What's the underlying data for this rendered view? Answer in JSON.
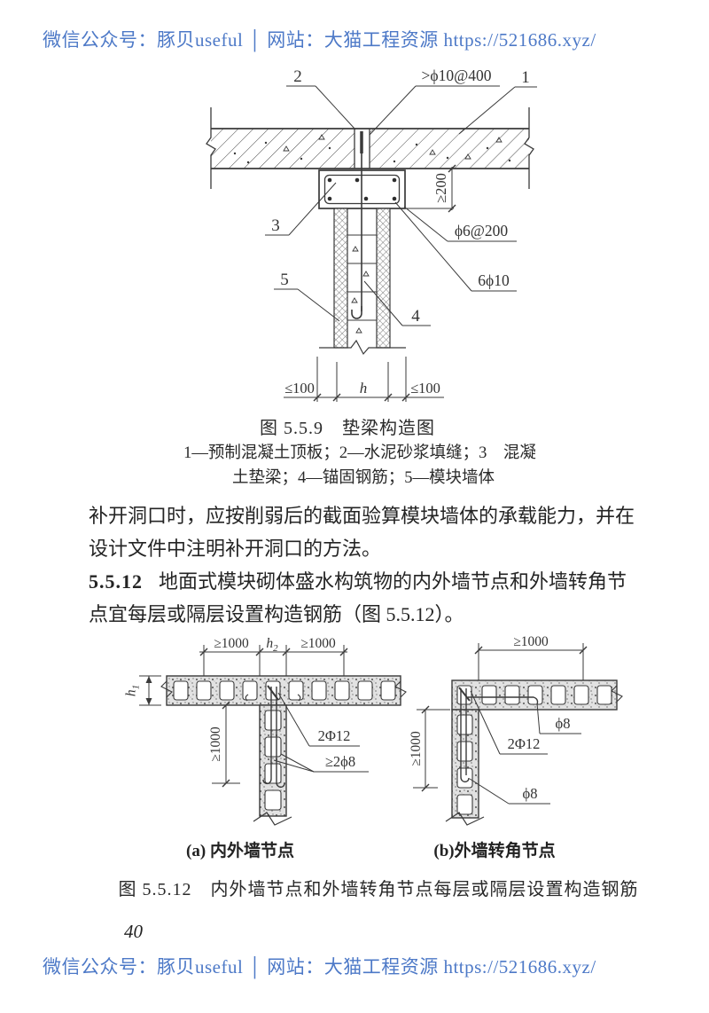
{
  "header": {
    "text": "微信公众号：豚贝useful │ 网站：大猫工程资源 https://521686.xyz/"
  },
  "footer": {
    "text": "微信公众号：豚贝useful │ 网站：大猫工程资源 https://521686.xyz/"
  },
  "page_number": "40",
  "colors": {
    "link_blue": "#4d79c7",
    "ink": "#262626"
  },
  "figure_5_5_9": {
    "callouts": {
      "c2": "2",
      "top_bar": ">ϕ10@400",
      "c1": "1",
      "c3": "3",
      "c5": "5",
      "c4": "4",
      "stirrups": "ϕ6@200",
      "long_bars": "6ϕ10"
    },
    "dims": {
      "depth": "≥200",
      "left_overhang": "≤100",
      "wall_h": "h",
      "right_overhang": "≤100"
    },
    "caption": "图 5.5.9　垫梁构造图",
    "legend_line1": "1—预制混凝土顶板；2—水泥砂浆填缝；3　混凝",
    "legend_line2": "土垫梁；4—锚固钢筋；5—模块墙体"
  },
  "body": {
    "line1": "补开洞口时，应按削弱后的截面验算模块墙体的承载能力，并在",
    "line2": "设计文件中注明补开洞口的方法。",
    "clause_no": "5.5.12",
    "clause_line1": "地面式模块砌体盛水构筑物的内外墙节点和外墙转角节",
    "clause_line2": "点宜每层或隔层设置构造钢筋（图 5.5.12）。"
  },
  "figure_5_5_12": {
    "a": {
      "dim_top_left": "≥1000",
      "dim_h2_base": "h",
      "dim_h2_sub": "2",
      "dim_top_right": "≥1000",
      "dim_h1_base": "h",
      "dim_h1_sub": "1",
      "dim_vert": "≥1000",
      "bar_2phi12": "2Φ12",
      "bar_2phi8": "≥2ϕ8",
      "subcaption": "(a) 内外墙节点"
    },
    "b": {
      "dim_top": "≥1000",
      "dim_vert": "≥1000",
      "bar_phi8_top": "ϕ8",
      "bar_2phi12": "2Φ12",
      "bar_phi8_bottom": "ϕ8",
      "subcaption": "(b)外墙转角节点"
    },
    "caption": "图 5.5.12　内外墙节点和外墙转角节点每层或隔层设置构造钢筋"
  }
}
